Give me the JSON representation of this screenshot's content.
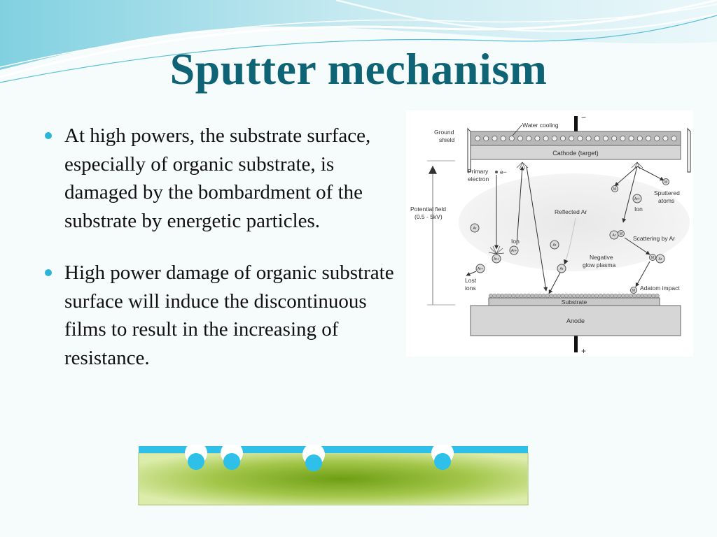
{
  "slide": {
    "title": "Sputter mechanism",
    "bullets": [
      "At high powers, the substrate surface, especially of organic substrate, is damaged by the bombardment of the substrate by energetic particles.",
      "High power damage of organic substrate surface will induce the discontinuous films to result in the increasing of resistance."
    ]
  },
  "diagram": {
    "minus": "−",
    "plus": "+",
    "water_cooling": "Water cooling",
    "ground_shield_1": "Ground",
    "ground_shield_2": "shield",
    "cathode": "Cathode (target)",
    "primary_electron_1": "Primary",
    "primary_electron_2": "electron",
    "electron_symbol": "e−",
    "potential_field_1": "Potential field",
    "potential_field_2": "(0.5 - 5kV)",
    "reflected_ar": "Reflected Ar",
    "ion_left": "Ion",
    "ion_right": "Ion",
    "sputtered_atoms_1": "Sputtered",
    "sputtered_atoms_2": "atoms",
    "scattering": "Scattering by Ar",
    "negative_glow_1": "Negative",
    "negative_glow_2": "glow plasma",
    "lost_ions_1": "Lost",
    "lost_ions_2": "ions",
    "adatom_impact": "Adatom impact",
    "substrate": "Substrate",
    "anode": "Anode",
    "ar": "Ar",
    "ar_plus": "Ar+",
    "m": "M"
  },
  "colors": {
    "title": "#0e6375",
    "bullet_dot": "#2bb5d6",
    "wave_light": "#bfe7ef",
    "wave_dark": "#57bfd6",
    "slab_green": "#7fae2a",
    "slab_top": "#2ec0e8"
  }
}
